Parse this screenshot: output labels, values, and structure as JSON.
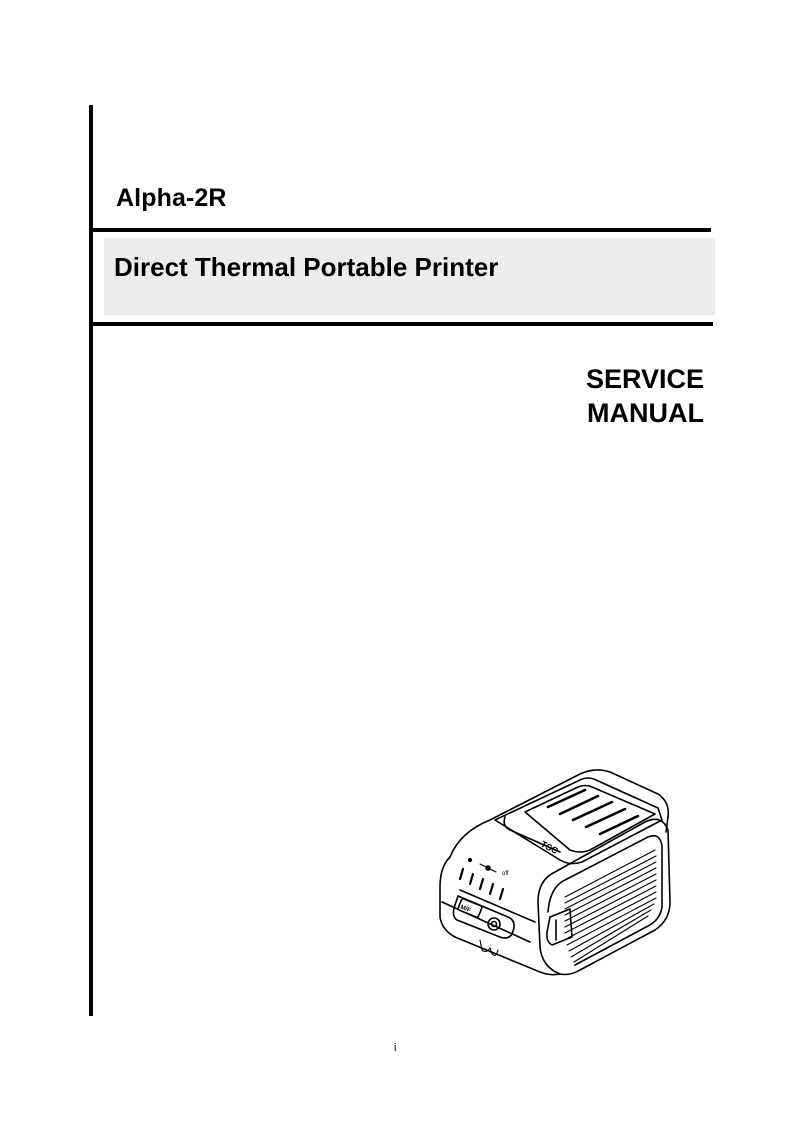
{
  "cover": {
    "product_name": "Alpha-2R",
    "subtitle": "Direct Thermal Portable Printer",
    "document_type": {
      "line1": "SERVICE",
      "line2": "MANUAL"
    },
    "illustration": "printer-illustration",
    "printer_labels": {
      "mode_button": "MENU/FEED",
      "power_button": "power-icon"
    }
  },
  "footer": {
    "page_number": "i"
  },
  "colors": {
    "rule": "#000000",
    "subtitle_band": "#ececec",
    "text": "#000000"
  }
}
